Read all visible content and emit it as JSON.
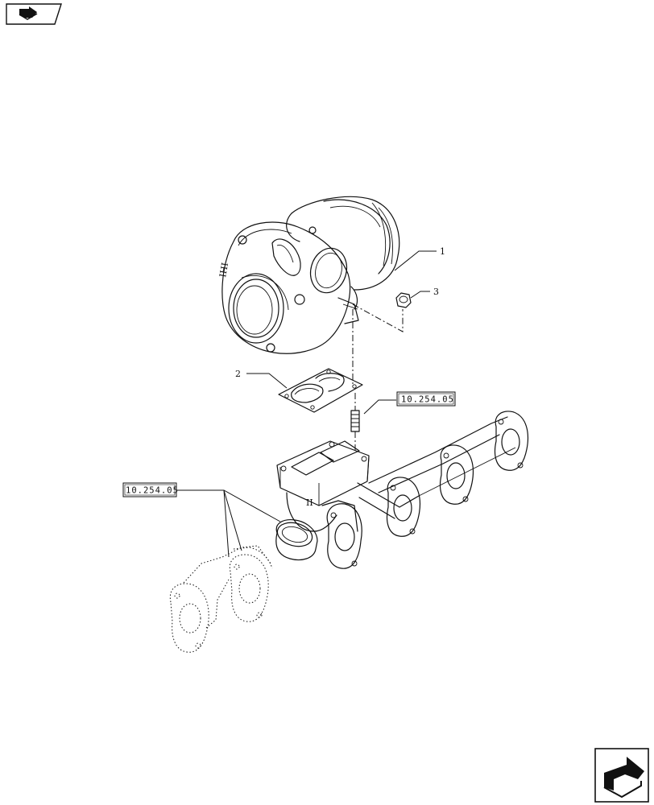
{
  "callouts": [
    {
      "label": "1"
    },
    {
      "label": "2"
    },
    {
      "label": "3"
    }
  ],
  "references": [
    {
      "label": "10.254.05"
    },
    {
      "label": "10.254.05"
    }
  ],
  "icons": {
    "top_left": "previous-page-icon",
    "bottom_right": "next-page-icon"
  }
}
